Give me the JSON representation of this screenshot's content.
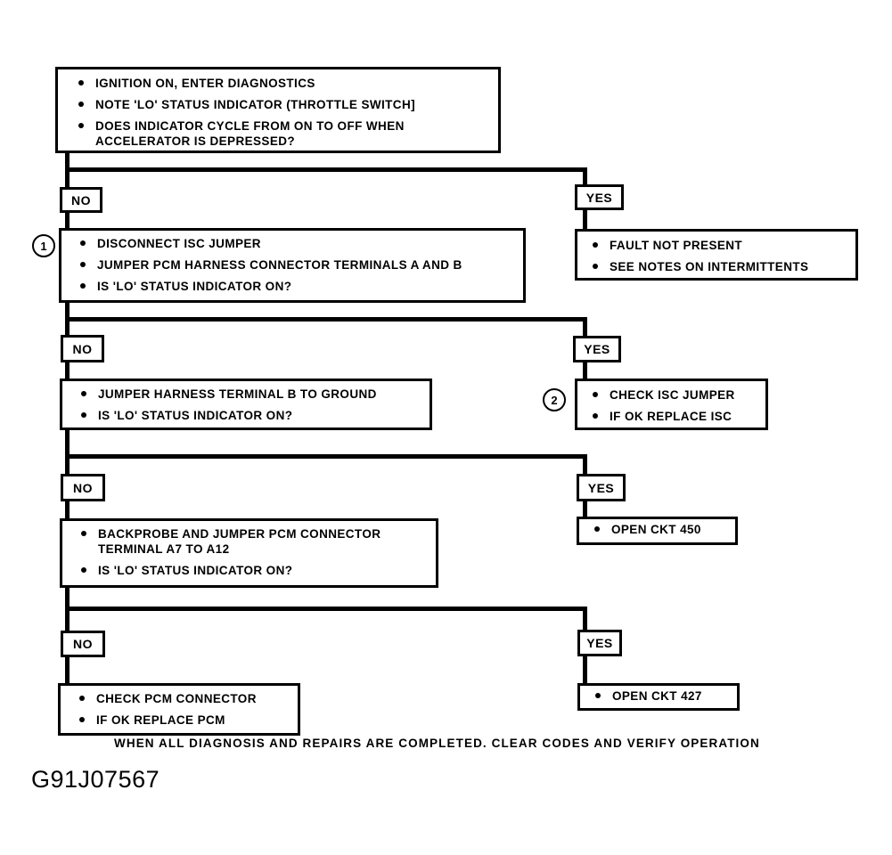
{
  "figure": {
    "id": "G91J07567",
    "footer": "WHEN ALL DIAGNOSIS AND REPAIRS ARE COMPLETED. CLEAR CODES AND VERIFY OPERATION"
  },
  "colors": {
    "ink": "#000000",
    "paper": "#ffffff"
  },
  "labels": {
    "no": "NO",
    "yes": "YES"
  },
  "callouts": [
    "1",
    "2"
  ],
  "start": {
    "items": [
      "IGNITION ON, ENTER DIAGNOSTICS",
      "NOTE 'LO' STATUS INDICATOR (THROTTLE SWITCH]",
      "DOES INDICATOR CYCLE FROM ON TO OFF WHEN ACCELERATOR IS DEPRESSED?"
    ]
  },
  "steps": {
    "step1_no": {
      "items": [
        "DISCONNECT ISC JUMPER",
        "JUMPER PCM HARNESS CONNECTOR TERMINALS A AND B",
        "IS 'LO' STATUS INDICATOR ON?"
      ]
    },
    "step1_yes": {
      "items": [
        "FAULT NOT PRESENT",
        "SEE NOTES ON INTERMITTENTS"
      ]
    },
    "step2_no": {
      "items": [
        "JUMPER HARNESS TERMINAL B TO GROUND",
        "IS 'LO' STATUS INDICATOR ON?"
      ]
    },
    "step2_yes": {
      "items": [
        "CHECK ISC JUMPER",
        "IF OK REPLACE ISC"
      ]
    },
    "step3_no": {
      "items": [
        "BACKPROBE AND JUMPER PCM CONNECTOR TERMINAL A7 TO A12",
        "IS 'LO' STATUS INDICATOR ON?"
      ]
    },
    "step3_yes": {
      "items": [
        "OPEN CKT 450"
      ]
    },
    "step4_no": {
      "items": [
        "CHECK PCM CONNECTOR",
        "IF OK REPLACE PCM"
      ]
    },
    "step4_yes": {
      "items": [
        "OPEN CKT 427"
      ]
    }
  }
}
